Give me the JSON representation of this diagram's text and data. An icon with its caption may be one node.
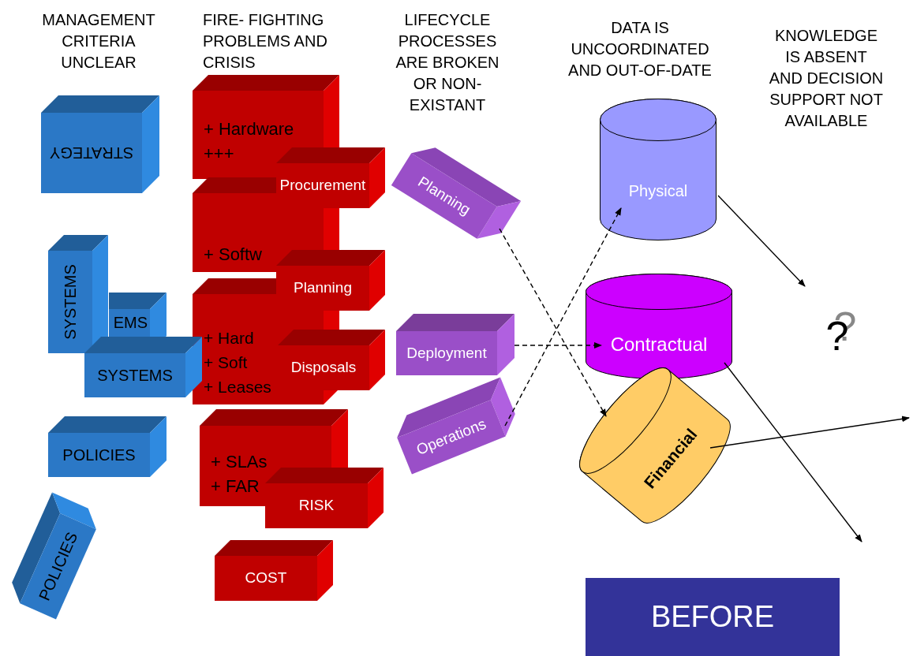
{
  "diagram": {
    "nodes": [
      {
        "text": [
          "STRATEGY"
        ]
      },
      {
        "text": [
          "SYSTEMS"
        ]
      },
      {
        "text": [
          "EMS"
        ]
      },
      {
        "text": [
          "SYSTEMS"
        ]
      },
      {
        "text": [
          "POLICIES"
        ]
      },
      {
        "text": [
          "POLICIES"
        ]
      },
      {
        "text": [
          "+ Hardware",
          "+++"
        ]
      },
      {
        "text": [
          "Procurement"
        ]
      },
      {
        "text": [
          "+ Softw"
        ]
      },
      {
        "text": [
          "Planning"
        ]
      },
      {
        "text": [
          "+ Hard",
          "+ Soft",
          "+ Leases"
        ]
      },
      {
        "text": [
          "Disposals"
        ]
      },
      {
        "text": [
          "+ SLAs",
          "+ FAR"
        ]
      },
      {
        "text": [
          "RISK"
        ]
      },
      {
        "text": [
          "COST"
        ]
      },
      {
        "text": [
          "Planning"
        ]
      },
      {
        "text": [
          "Deployment"
        ]
      },
      {
        "text": [
          "Operations"
        ]
      },
      {
        "text": [
          "Physical"
        ]
      },
      {
        "text": [
          "Contractual"
        ]
      },
      {
        "text": [
          "Financial"
        ]
      },
      {
        "text": [
          "BEFORE"
        ]
      }
    ],
    "edges": [
      {
        "from": 15,
        "to": 20,
        "arrow": "to",
        "style": "dashed"
      },
      {
        "from": 17,
        "to": 18,
        "arrow": "to",
        "style": "dashed"
      },
      {
        "from": 16,
        "to": 19,
        "arrow": "to",
        "style": "dashed"
      },
      {
        "from": 18,
        "to": null,
        "arrow": "to"
      },
      {
        "from": 19,
        "to": null,
        "arrow": "to"
      },
      {
        "from": 20,
        "to": null,
        "arrow": "to"
      }
    ],
    "labels": [
      "MANAGEMENT CRITERIA UNCLEAR",
      "FIRE- FIGHTING PROBLEMS AND CRISIS",
      "LIFECYCLE PROCESSES ARE BROKEN OR NON-EXISTANT",
      "DATA IS UNCOORDINATED AND OUT-OF-DATE",
      "KNOWLEDGE IS ABSENT AND DECISION SUPPORT NOT AVAILABLE",
      "?"
    ]
  }
}
